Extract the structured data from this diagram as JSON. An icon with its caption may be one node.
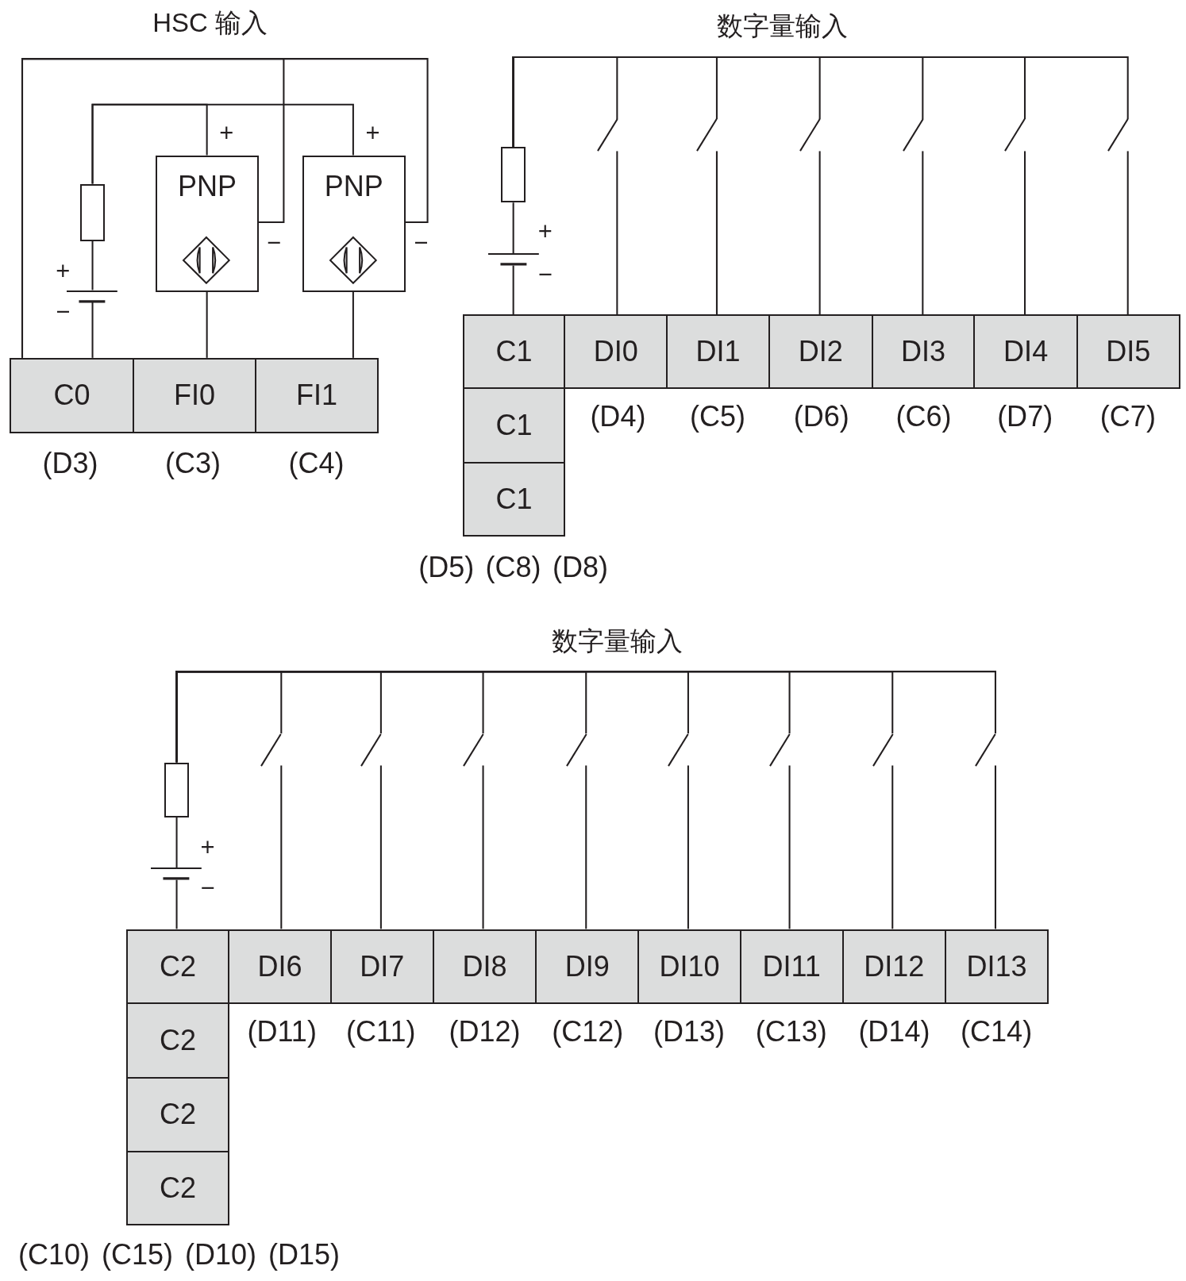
{
  "diagram": {
    "nodes": [
      {
        "text": [],
        "shape": "fuse"
      },
      {
        "text": [
          "PNP"
        ],
        "beside": [
          "+",
          "−"
        ]
      },
      {
        "text": [
          "PNP"
        ],
        "beside": [
          "+",
          "−"
        ]
      },
      {
        "text": [],
        "shape": "battery",
        "beside": [
          "+",
          "−"
        ]
      },
      {
        "text": [
          "C0"
        ],
        "beside": [
          "(D3)"
        ]
      },
      {
        "text": [
          "FI0"
        ],
        "beside": [
          "(C3)"
        ]
      },
      {
        "text": [
          "FI1"
        ],
        "beside": [
          "(C4)"
        ]
      },
      {
        "text": [],
        "shape": "switch"
      },
      {
        "text": [],
        "shape": "switch"
      },
      {
        "text": [],
        "shape": "switch"
      },
      {
        "text": [],
        "shape": "switch"
      },
      {
        "text": [],
        "shape": "switch"
      },
      {
        "text": [],
        "shape": "switch"
      },
      {
        "text": [],
        "shape": "fuse"
      },
      {
        "text": [],
        "shape": "battery",
        "beside": [
          "+",
          "−"
        ]
      },
      {
        "text": [
          "C1"
        ]
      },
      {
        "text": [
          "DI0"
        ],
        "beside": [
          "(D4)"
        ]
      },
      {
        "text": [
          "DI1"
        ],
        "beside": [
          "(C5)"
        ]
      },
      {
        "text": [
          "DI2"
        ],
        "beside": [
          "(D6)"
        ]
      },
      {
        "text": [
          "DI3"
        ],
        "beside": [
          "(C6)"
        ]
      },
      {
        "text": [
          "DI4"
        ],
        "beside": [
          "(D7)"
        ]
      },
      {
        "text": [
          "DI5"
        ],
        "beside": [
          "(C7)"
        ]
      },
      {
        "text": [
          "C1"
        ]
      },
      {
        "text": [
          "C1"
        ]
      },
      {
        "text": [],
        "shape": "switch"
      },
      {
        "text": [],
        "shape": "switch"
      },
      {
        "text": [],
        "shape": "switch"
      },
      {
        "text": [],
        "shape": "switch"
      },
      {
        "text": [],
        "shape": "switch"
      },
      {
        "text": [],
        "shape": "switch"
      },
      {
        "text": [],
        "shape": "switch"
      },
      {
        "text": [],
        "shape": "switch"
      },
      {
        "text": [],
        "shape": "fuse"
      },
      {
        "text": [],
        "shape": "battery",
        "beside": [
          "+",
          "−"
        ]
      },
      {
        "text": [
          "C2"
        ]
      },
      {
        "text": [
          "DI6"
        ],
        "beside": [
          "(D11)"
        ]
      },
      {
        "text": [
          "DI7"
        ],
        "beside": [
          "(C11)"
        ]
      },
      {
        "text": [
          "DI8"
        ],
        "beside": [
          "(D12)"
        ]
      },
      {
        "text": [
          "DI9"
        ],
        "beside": [
          "(C12)"
        ]
      },
      {
        "text": [
          "DI10"
        ],
        "beside": [
          "(D13)"
        ]
      },
      {
        "text": [
          "DI11"
        ],
        "beside": [
          "(C13)"
        ]
      },
      {
        "text": [
          "DI12"
        ],
        "beside": [
          "(D14)"
        ]
      },
      {
        "text": [
          "DI13"
        ],
        "beside": [
          "(C14)"
        ]
      },
      {
        "text": [
          "C2"
        ]
      },
      {
        "text": [
          "C2"
        ]
      },
      {
        "text": [
          "C2"
        ]
      }
    ],
    "edges": [
      {
        "from": 4,
        "to": 1,
        "arrow": "none"
      },
      {
        "from": 4,
        "to": 2,
        "arrow": "none"
      },
      {
        "from": 1,
        "to": 5,
        "arrow": "none"
      },
      {
        "from": 2,
        "to": 6,
        "arrow": "none"
      },
      {
        "from": 4,
        "to": 3,
        "arrow": "none"
      },
      {
        "from": 3,
        "to": 0,
        "arrow": "none"
      },
      {
        "from": 0,
        "to": 1,
        "arrow": "none"
      },
      {
        "from": 0,
        "to": 2,
        "arrow": "none"
      },
      {
        "from": 15,
        "to": 14,
        "arrow": "none"
      },
      {
        "from": 14,
        "to": 13,
        "arrow": "none"
      },
      {
        "from": 13,
        "to": 7,
        "arrow": "none"
      },
      {
        "from": 13,
        "to": 8,
        "arrow": "none"
      },
      {
        "from": 13,
        "to": 9,
        "arrow": "none"
      },
      {
        "from": 13,
        "to": 10,
        "arrow": "none"
      },
      {
        "from": 13,
        "to": 11,
        "arrow": "none"
      },
      {
        "from": 13,
        "to": 12,
        "arrow": "none"
      },
      {
        "from": 7,
        "to": 16,
        "arrow": "none"
      },
      {
        "from": 8,
        "to": 17,
        "arrow": "none"
      },
      {
        "from": 9,
        "to": 18,
        "arrow": "none"
      },
      {
        "from": 10,
        "to": 19,
        "arrow": "none"
      },
      {
        "from": 11,
        "to": 20,
        "arrow": "none"
      },
      {
        "from": 12,
        "to": 21,
        "arrow": "none"
      },
      {
        "from": 34,
        "to": 33,
        "arrow": "none"
      },
      {
        "from": 33,
        "to": 32,
        "arrow": "none"
      },
      {
        "from": 32,
        "to": 24,
        "arrow": "none"
      },
      {
        "from": 32,
        "to": 25,
        "arrow": "none"
      },
      {
        "from": 32,
        "to": 26,
        "arrow": "none"
      },
      {
        "from": 32,
        "to": 27,
        "arrow": "none"
      },
      {
        "from": 32,
        "to": 28,
        "arrow": "none"
      },
      {
        "from": 32,
        "to": 29,
        "arrow": "none"
      },
      {
        "from": 32,
        "to": 30,
        "arrow": "none"
      },
      {
        "from": 32,
        "to": 31,
        "arrow": "none"
      },
      {
        "from": 24,
        "to": 35,
        "arrow": "none"
      },
      {
        "from": 25,
        "to": 36,
        "arrow": "none"
      },
      {
        "from": 26,
        "to": 37,
        "arrow": "none"
      },
      {
        "from": 27,
        "to": 38,
        "arrow": "none"
      },
      {
        "from": 28,
        "to": 39,
        "arrow": "none"
      },
      {
        "from": 29,
        "to": 40,
        "arrow": "none"
      },
      {
        "from": 30,
        "to": 41,
        "arrow": "none"
      },
      {
        "from": 31,
        "to": 42,
        "arrow": "none"
      }
    ],
    "labels": [
      "HSC 输入",
      "数字量输入",
      "(D5)",
      "(C8)",
      "(D8)",
      "数字量输入",
      "(C10)",
      "(C15)",
      "(D10)",
      "(D15)"
    ]
  }
}
